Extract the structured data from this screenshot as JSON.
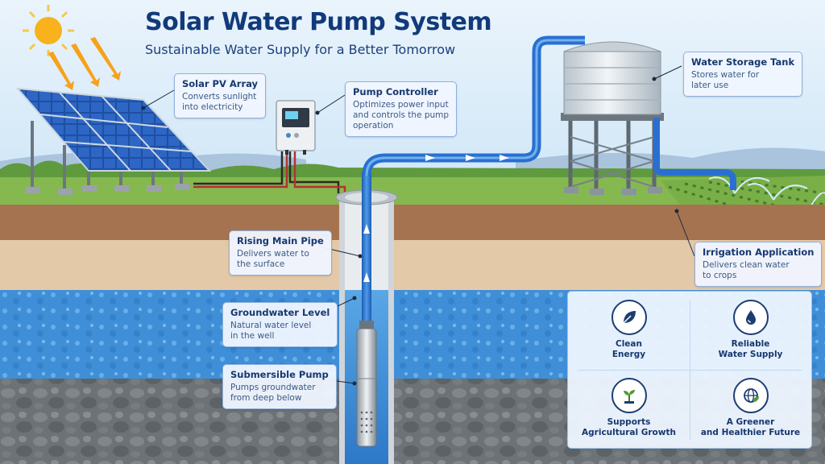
{
  "title": "Solar Water Pump System",
  "subtitle": "Sustainable Water Supply for a Better Tomorrow",
  "callouts": {
    "solar_pv": {
      "title": "Solar PV Array",
      "line1": "Converts sunlight",
      "line2": "into electricity"
    },
    "pump_controller": {
      "title": "Pump Controller",
      "line1": "Optimizes power input",
      "line2": "and controls the pump",
      "line3": "operation"
    },
    "storage_tank": {
      "title": "Water Storage Tank",
      "line1": "Stores water for",
      "line2": "later use"
    },
    "rising_main": {
      "title": "Rising Main Pipe",
      "line1": "Delivers water to",
      "line2": "the surface"
    },
    "irrigation": {
      "title": "Irrigation Application",
      "line1": "Delivers clean water",
      "line2": "to crops"
    },
    "groundwater": {
      "title": "Groundwater Level",
      "line1": "Natural water level",
      "line2": "in the well"
    },
    "submersible": {
      "title": "Submersible Pump",
      "line1": "Pumps groundwater",
      "line2": "from deep below"
    }
  },
  "benefits": {
    "clean_energy": {
      "line1": "Clean",
      "line2": "Energy",
      "icon": "leaf-icon"
    },
    "reliable_supply": {
      "line1": "Reliable",
      "line2": "Water Supply",
      "icon": "water-drop-icon"
    },
    "agri_growth": {
      "line1": "Supports",
      "line2": "Agricultural Growth",
      "icon": "sprout-icon"
    },
    "greener_future": {
      "line1": "A Greener",
      "line2": "and Healthier Future",
      "icon": "globe-leaf-icon"
    }
  },
  "colors": {
    "title": "#123a7a",
    "water": "#2f86d6",
    "pipe": "#2a6fd0",
    "callout_border": "#8fb1dd",
    "sky": "#cfe6f7",
    "grass": "#7bb24a"
  }
}
